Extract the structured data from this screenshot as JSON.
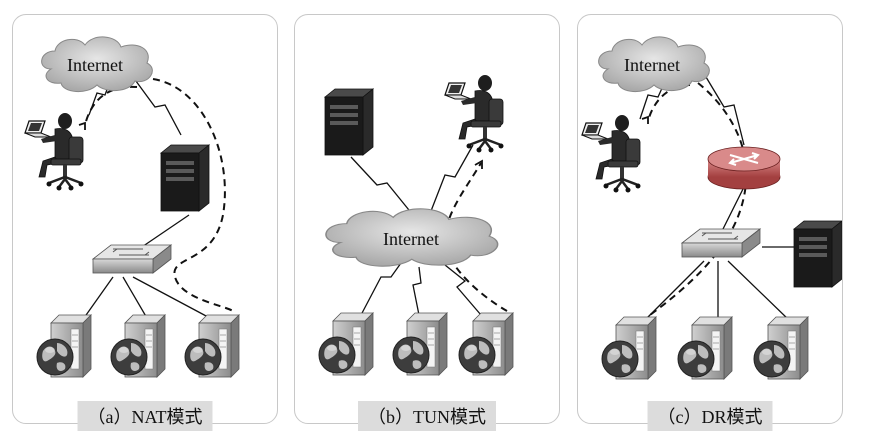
{
  "panels": [
    {
      "id": "nat",
      "caption": "（a）NAT模式",
      "cloud_label": "Internet"
    },
    {
      "id": "tun",
      "caption": "（b）TUN模式",
      "cloud_label": "Internet"
    },
    {
      "id": "dr",
      "caption": "（c）DR模式",
      "cloud_label": "Internet"
    }
  ],
  "colors": {
    "border": "#c8c8c8",
    "cloud": "#c9c9c9",
    "server_dark": "#1e1e1e",
    "server_light": "#bdbdbd",
    "globe": "#3a3a3a",
    "router": "#c44a4a",
    "caption_bg": "#dcdcdc"
  }
}
